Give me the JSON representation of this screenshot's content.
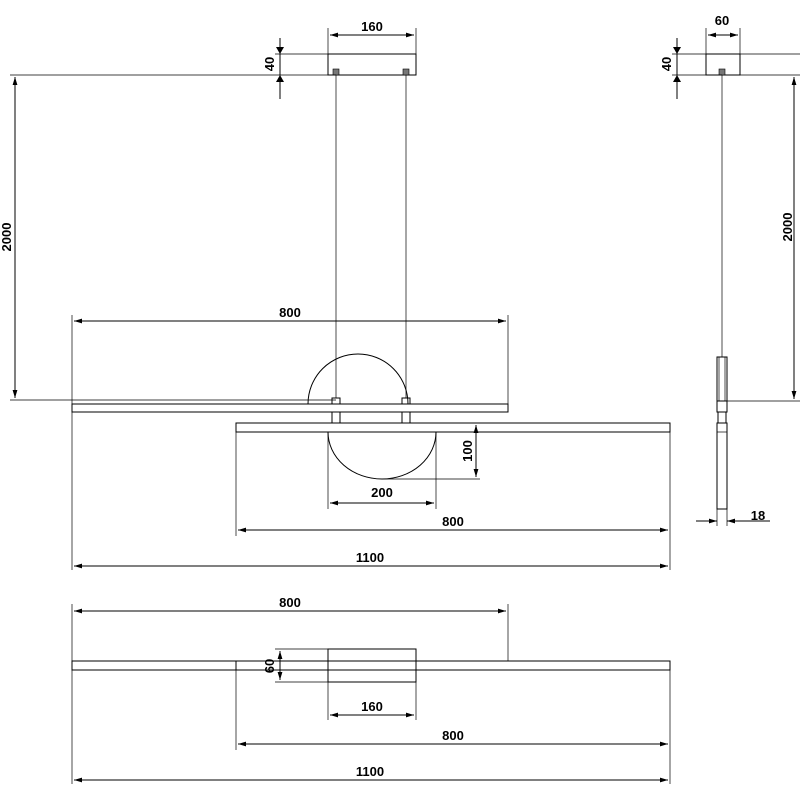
{
  "front_view": {
    "canopy_width": "160",
    "canopy_height": "40",
    "suspension_length": "2000",
    "upper_bar_length": "800",
    "shade_depth": "100",
    "shade_width": "200",
    "lower_bar_length": "800",
    "overall_length": "1100"
  },
  "side_view": {
    "canopy_width": "60",
    "canopy_height": "40",
    "suspension_length": "2000",
    "bar_thickness": "18"
  },
  "top_view": {
    "upper_bar_length": "800",
    "canopy_depth": "60",
    "canopy_width": "160",
    "lower_bar_length": "800",
    "overall_length": "1100"
  }
}
